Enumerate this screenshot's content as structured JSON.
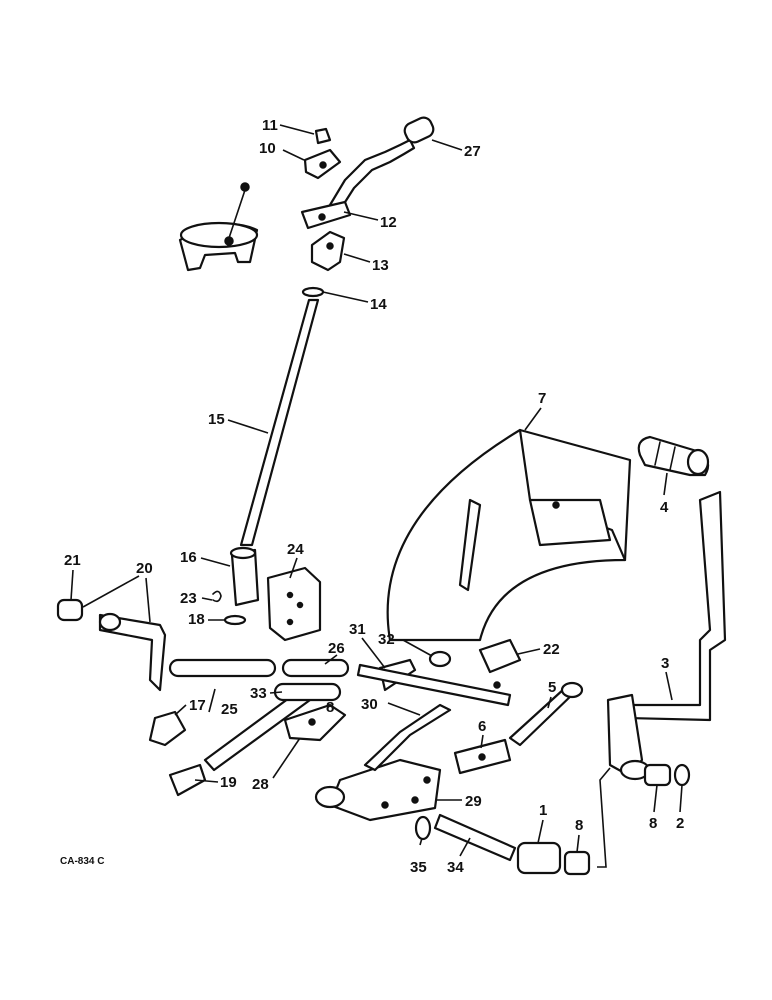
{
  "diagram": {
    "drawing_code": "CA-834 C",
    "callouts": {
      "c1a": "1",
      "c2": "2",
      "c3": "3",
      "c4": "4",
      "c5": "5",
      "c6": "6",
      "c7": "7",
      "c8a": "8",
      "c8b": "8",
      "c8c": "8",
      "c10": "10",
      "c11": "11",
      "c12": "12",
      "c13": "13",
      "c14": "14",
      "c15": "15",
      "c16": "16",
      "c17": "17",
      "c18": "18",
      "c19": "19",
      "c20": "20",
      "c21": "21",
      "c22": "22",
      "c23": "23",
      "c24": "24",
      "c25": "25",
      "c26": "26",
      "c27": "27",
      "c28": "28",
      "c29": "29",
      "c30": "30",
      "c31": "31",
      "c32": "32",
      "c33": "33",
      "c34": "34",
      "c35": "35"
    }
  }
}
